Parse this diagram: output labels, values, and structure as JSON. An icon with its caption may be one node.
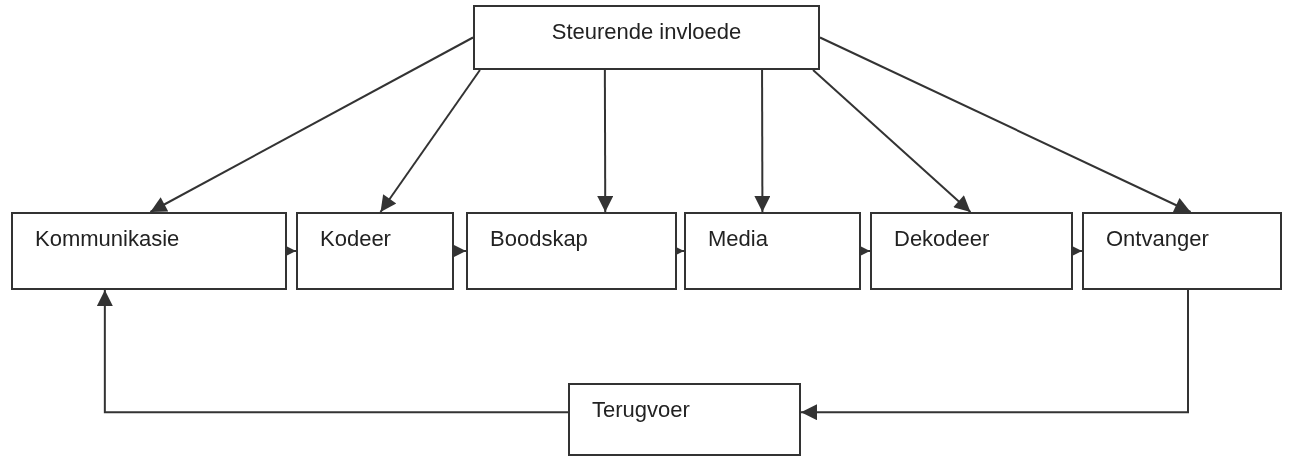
{
  "diagram": {
    "nodes": [
      {
        "text": [
          "Steurende invloede"
        ]
      },
      {
        "text": [
          "Kommunikasie"
        ]
      },
      {
        "text": [
          "Kodeer"
        ]
      },
      {
        "text": [
          "Boodskap"
        ]
      },
      {
        "text": [
          "Media"
        ]
      },
      {
        "text": [
          "Dekodeer"
        ]
      },
      {
        "text": [
          "Ontvanger"
        ]
      },
      {
        "text": [
          "Terugvoer"
        ]
      }
    ],
    "edges": [
      {
        "from": 0,
        "to": 1,
        "arrow": "to"
      },
      {
        "from": 0,
        "to": 2,
        "arrow": "to"
      },
      {
        "from": 0,
        "to": 3,
        "arrow": "to"
      },
      {
        "from": 0,
        "to": 4,
        "arrow": "to"
      },
      {
        "from": 0,
        "to": 5,
        "arrow": "to"
      },
      {
        "from": 0,
        "to": 6,
        "arrow": "to"
      },
      {
        "from": 1,
        "to": 2,
        "arrow": "to"
      },
      {
        "from": 2,
        "to": 3,
        "arrow": "to"
      },
      {
        "from": 3,
        "to": 4,
        "arrow": "to"
      },
      {
        "from": 4,
        "to": 5,
        "arrow": "to"
      },
      {
        "from": 5,
        "to": 6,
        "arrow": "to"
      },
      {
        "from": 6,
        "to": 7,
        "arrow": "to"
      },
      {
        "from": 7,
        "to": 1,
        "arrow": "to"
      }
    ]
  }
}
